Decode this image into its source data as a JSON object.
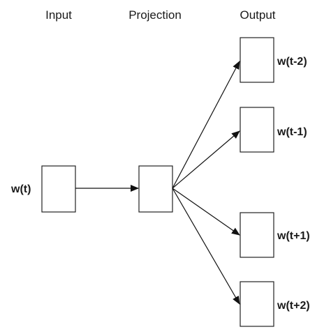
{
  "headers": {
    "input": "Input",
    "projection": "Projection",
    "output": "Output"
  },
  "nodes": {
    "input_word": "w(t)",
    "outputs": [
      "w(t-2)",
      "w(t-1)",
      "w(t+1)",
      "w(t+2)"
    ]
  },
  "colors": {
    "line": "#111111",
    "box_border": "#222222",
    "background": "#ffffff"
  }
}
